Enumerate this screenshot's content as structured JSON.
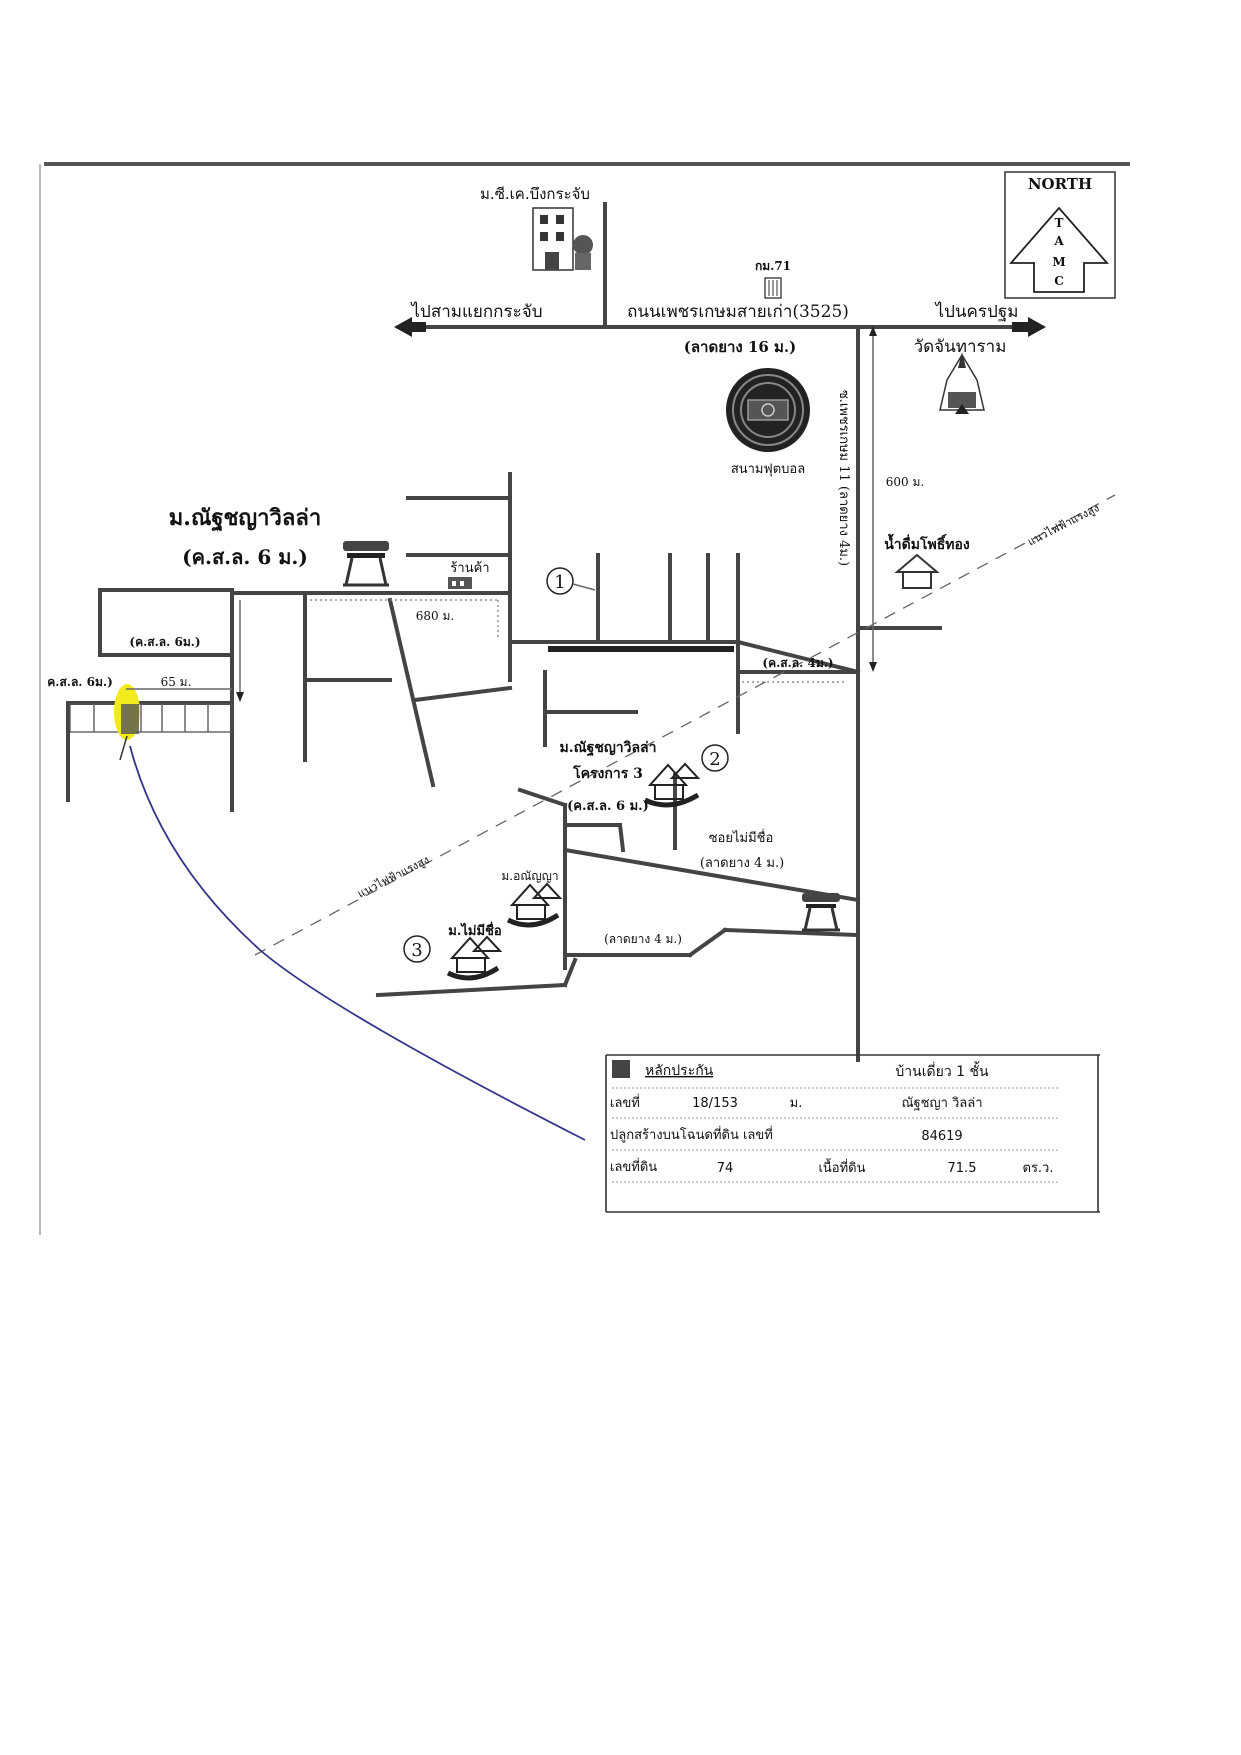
{
  "north": {
    "title": "NORTH",
    "letters": [
      "T",
      "A",
      "M",
      "C"
    ]
  },
  "places": {
    "school": "ม.ซี.เค.บึงกระจับ",
    "km71": "กม.71",
    "to_left": "ไปสามแยกกระจับ",
    "main_road": "ถนนเพชรเกษมสายเก่า(3525)",
    "to_right": "ไปนครปฐม",
    "main_road_surface": "(ลาดยาง 16 ม.)",
    "temple": "วัดจันทาราม",
    "stadium": "สนามฟุตบอล",
    "side_road": "ซ.เพชรเกษม 11 (ลาดยาง 4ม.)",
    "dist_600": "600 ม.",
    "water_shop": "น้ำดื่มโพธิ์ทอง",
    "powerline": "แนวไฟฟ้าแรงสูง",
    "village_main": "ม.ณัฐชญาวิลล่า",
    "village_main_road": "(ค.ส.ล. 6 ม.)",
    "shop": "ร้านค้า",
    "dist_680": "680 ม.",
    "road_ksl6_a": "(ค.ส.ล. 6ม.)",
    "road_ksl6_b": "ค.ส.ล. 6ม.)",
    "dist_65": "65 ม.",
    "road_ksl4": "(ค.ส.ล. 4ม.)",
    "village_proj3_a": "ม.ณัฐชญาวิลล่า",
    "village_proj3_b": "โครงการ 3",
    "road_ksl6_c": "(ค.ส.ล. 6 ม.)",
    "soi_noname": "ซอยไม่มีชื่อ",
    "soi_surface": "(ลาดยาง 4 ม.)",
    "village_anya": "ม.อณัญญา",
    "village_noname": "ม.ไม่มีชื่อ",
    "road_surface4": "(ลาดยาง 4 ม.)",
    "marker1": "1",
    "marker2": "2",
    "marker3": "3"
  },
  "table": {
    "legend": "หลักประกัน",
    "house_type": "บ้านเดี่ยว 1  ชั้น",
    "house_no_label": "เลขที่",
    "house_no": "18/153",
    "village_label": "ม.",
    "village": "ณัฐชญา วิลล่า",
    "deed_label": "ปลูกสร้างบนโฉนดที่ดิน เลขที่",
    "deed_no": "84619",
    "land_no_label": "เลขที่ดิน",
    "land_no": "74",
    "area_label": "เนื้อที่ดิน",
    "area": "71.5",
    "area_unit": "ตร.ว."
  },
  "colors": {
    "highlight": "#f2ea1a",
    "arrow": "#33338a",
    "legend_square": "#444444"
  }
}
